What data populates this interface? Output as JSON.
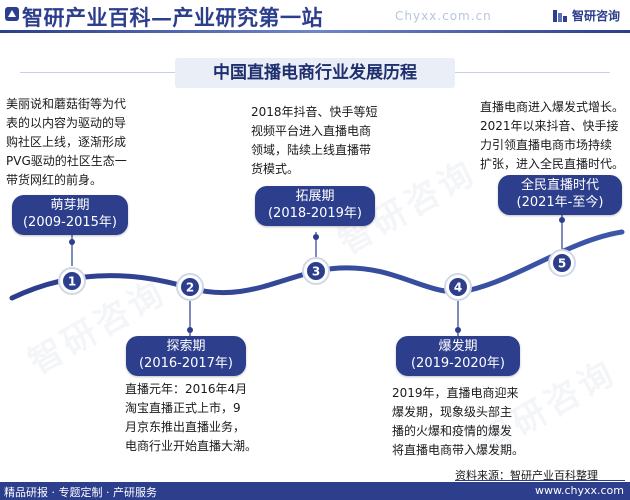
{
  "header": {
    "title": "智研产业百科—产业研究第一站",
    "subtitle": "Chyxx.com.cn",
    "brand": "智研咨询"
  },
  "title": "中国直播电商行业发展历程",
  "stages": [
    {
      "number": "1",
      "name": "萌芽期",
      "years": "(2009-2015年)",
      "desc": [
        "美丽说和蘑菇街等为代",
        "表的以内容为驱动的导",
        "购社区上线，逐渐形成",
        "PVG驱动的社区生态一",
        "带货网红的前身。"
      ]
    },
    {
      "number": "2",
      "name": "探索期",
      "years": "(2016-2017年)",
      "desc": [
        "直播元年：2016年4月",
        "淘宝直播正式上市，9",
        "月京东推出直播业务，",
        "电商行业开始直播大潮。"
      ]
    },
    {
      "number": "3",
      "name": "拓展期",
      "years": "(2018-2019年)",
      "desc": [
        "2018年抖音、快手等短",
        "视频平台进入直播电商",
        "领域，陆续上线直播带",
        "货模式。"
      ]
    },
    {
      "number": "4",
      "name": "爆发期",
      "years": "(2019-2020年)",
      "desc": [
        "2019年，直播电商迎来",
        "爆发期，现象级头部主",
        "播的火爆和疫情的爆发",
        "将直播电商带入爆发期。"
      ]
    },
    {
      "number": "5",
      "name": "全民直播时代",
      "years": "(2021年-至今)",
      "desc": [
        "直播电商进入爆发式增长。",
        "2021年以来抖音、快手接",
        "力引领直播电商市场持续",
        "扩张，进入全民直播时代。"
      ]
    }
  ],
  "source": "资料来源：智研产业百科整理",
  "footer": {
    "left": "精品研报 · 专题定制 · 产研服务",
    "right": "www.chyxx.com"
  },
  "watermark": "智研咨询",
  "colors": {
    "primary": "#2c3e8c",
    "wave": "#2c3e8c",
    "banner_bg": "#e9eef7"
  }
}
